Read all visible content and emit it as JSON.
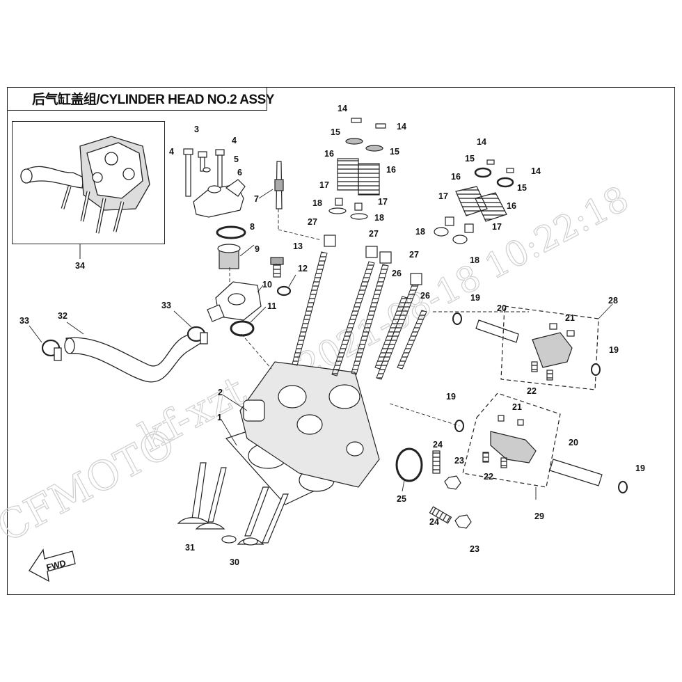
{
  "title": "后气缸盖组/CYLINDER HEAD NO.2  ASSY",
  "fwd_label": "FWD",
  "watermarks": {
    "brand": "CFMOTO",
    "user": "kf-xzt",
    "timestamp": "2021-08-18  10:22:18"
  },
  "callouts": [
    {
      "id": "c1",
      "n": "1"
    },
    {
      "id": "c2",
      "n": "2"
    },
    {
      "id": "c3",
      "n": "3"
    },
    {
      "id": "c4a",
      "n": "4"
    },
    {
      "id": "c4b",
      "n": "4"
    },
    {
      "id": "c5",
      "n": "5"
    },
    {
      "id": "c6",
      "n": "6"
    },
    {
      "id": "c7",
      "n": "7"
    },
    {
      "id": "c8",
      "n": "8"
    },
    {
      "id": "c9",
      "n": "9"
    },
    {
      "id": "c10",
      "n": "10"
    },
    {
      "id": "c11",
      "n": "11"
    },
    {
      "id": "c12",
      "n": "12"
    },
    {
      "id": "c13",
      "n": "13"
    },
    {
      "id": "c14a",
      "n": "14"
    },
    {
      "id": "c14b",
      "n": "14"
    },
    {
      "id": "c14c",
      "n": "14"
    },
    {
      "id": "c14d",
      "n": "14"
    },
    {
      "id": "c15a",
      "n": "15"
    },
    {
      "id": "c15b",
      "n": "15"
    },
    {
      "id": "c15c",
      "n": "15"
    },
    {
      "id": "c15d",
      "n": "15"
    },
    {
      "id": "c16a",
      "n": "16"
    },
    {
      "id": "c16b",
      "n": "16"
    },
    {
      "id": "c16c",
      "n": "16"
    },
    {
      "id": "c16d",
      "n": "16"
    },
    {
      "id": "c17a",
      "n": "17"
    },
    {
      "id": "c17b",
      "n": "17"
    },
    {
      "id": "c17c",
      "n": "17"
    },
    {
      "id": "c17d",
      "n": "17"
    },
    {
      "id": "c18a",
      "n": "18"
    },
    {
      "id": "c18b",
      "n": "18"
    },
    {
      "id": "c18c",
      "n": "18"
    },
    {
      "id": "c18d",
      "n": "18"
    },
    {
      "id": "c19a",
      "n": "19"
    },
    {
      "id": "c19b",
      "n": "19"
    },
    {
      "id": "c19c",
      "n": "19"
    },
    {
      "id": "c19d",
      "n": "19"
    },
    {
      "id": "c20a",
      "n": "20"
    },
    {
      "id": "c20b",
      "n": "20"
    },
    {
      "id": "c21a",
      "n": "21"
    },
    {
      "id": "c21b",
      "n": "21"
    },
    {
      "id": "c22a",
      "n": "22"
    },
    {
      "id": "c22b",
      "n": "22"
    },
    {
      "id": "c23a",
      "n": "23"
    },
    {
      "id": "c23b",
      "n": "23"
    },
    {
      "id": "c24a",
      "n": "24"
    },
    {
      "id": "c24b",
      "n": "24"
    },
    {
      "id": "c25",
      "n": "25"
    },
    {
      "id": "c26a",
      "n": "26"
    },
    {
      "id": "c26b",
      "n": "26"
    },
    {
      "id": "c27a",
      "n": "27"
    },
    {
      "id": "c27b",
      "n": "27"
    },
    {
      "id": "c27c",
      "n": "27"
    },
    {
      "id": "c28",
      "n": "28"
    },
    {
      "id": "c29",
      "n": "29"
    },
    {
      "id": "c30",
      "n": "30"
    },
    {
      "id": "c31",
      "n": "31"
    },
    {
      "id": "c32",
      "n": "32"
    },
    {
      "id": "c33a",
      "n": "33"
    },
    {
      "id": "c33b",
      "n": "33"
    },
    {
      "id": "c34",
      "n": "34"
    }
  ]
}
